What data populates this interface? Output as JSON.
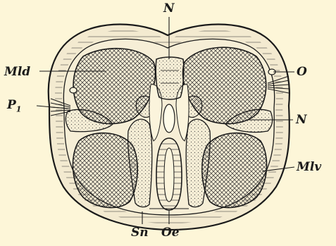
{
  "labels": {
    "N_top": "N",
    "Mld": "Mld",
    "O": "O",
    "P_main": "P",
    "P_sub": "1",
    "N_right": "N",
    "Mlv": "Mlv",
    "Sn": "Sn",
    "Oe": "Oe"
  },
  "colors": {
    "background": "#fdf6d8",
    "ink": "#1a1a1a",
    "body_fill": "#f3ead0",
    "muscle_fill": "#e2dccc",
    "skeleton_fill": "#fbf4dc"
  }
}
